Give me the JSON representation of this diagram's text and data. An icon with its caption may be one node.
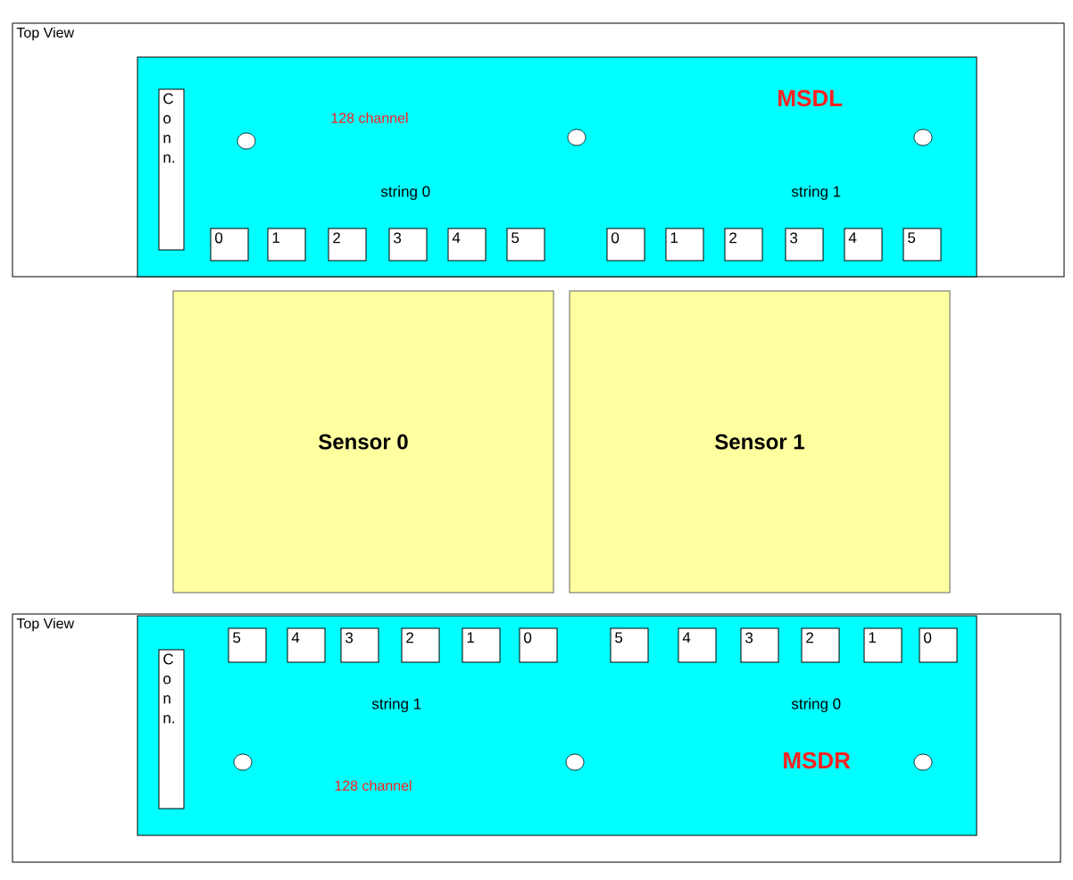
{
  "diagram": {
    "nodes": [
      {
        "text": [
          "Top View"
        ]
      },
      {
        "text": [
          "128 channel",
          "MSDL",
          "string 0",
          "string 1"
        ],
        "in": 0
      },
      {
        "text": [
          "C o n n."
        ],
        "in": 1
      },
      {
        "text": [
          "0"
        ],
        "in": 1
      },
      {
        "text": [
          "1"
        ],
        "in": 1
      },
      {
        "text": [
          "2"
        ],
        "in": 1
      },
      {
        "text": [
          "3"
        ],
        "in": 1
      },
      {
        "text": [
          "4"
        ],
        "in": 1
      },
      {
        "text": [
          "5"
        ],
        "in": 1
      },
      {
        "text": [
          "0"
        ],
        "in": 1
      },
      {
        "text": [
          "1"
        ],
        "in": 1
      },
      {
        "text": [
          "2"
        ],
        "in": 1
      },
      {
        "text": [
          "3"
        ],
        "in": 1
      },
      {
        "text": [
          "4"
        ],
        "in": 1
      },
      {
        "text": [
          "5"
        ],
        "in": 1
      },
      {
        "text": [
          "Sensor 0"
        ]
      },
      {
        "text": [
          "Sensor 1"
        ]
      },
      {
        "text": [
          "Top View"
        ]
      },
      {
        "text": [
          "string 1",
          "string 0",
          "128 channel",
          "MSDR"
        ],
        "in": 17
      },
      {
        "text": [
          "C o n n."
        ],
        "in": 18
      },
      {
        "text": [
          "5"
        ],
        "in": 18
      },
      {
        "text": [
          "4"
        ],
        "in": 18
      },
      {
        "text": [
          "3"
        ],
        "in": 18
      },
      {
        "text": [
          "2"
        ],
        "in": 18
      },
      {
        "text": [
          "1"
        ],
        "in": 18
      },
      {
        "text": [
          "0"
        ],
        "in": 18
      },
      {
        "text": [
          "5"
        ],
        "in": 18
      },
      {
        "text": [
          "4"
        ],
        "in": 18
      },
      {
        "text": [
          "3"
        ],
        "in": 18
      },
      {
        "text": [
          "2"
        ],
        "in": 18
      },
      {
        "text": [
          "1"
        ],
        "in": 18
      },
      {
        "text": [
          "0"
        ],
        "in": 18
      }
    ]
  }
}
